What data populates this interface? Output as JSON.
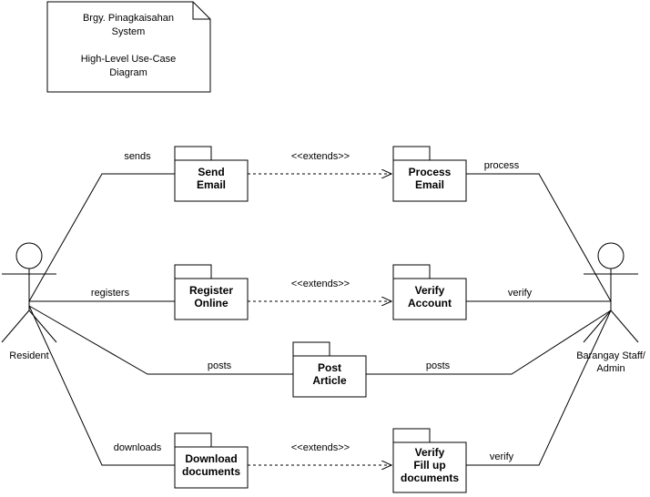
{
  "note": {
    "line1": "Brgy. Pinagkaisahan",
    "line2": "System",
    "line3": "High-Level Use-Case",
    "line4": "Diagram"
  },
  "actors": {
    "resident": "Resident",
    "staff_line1": "Barangay Staff/",
    "staff_line2": "Admin"
  },
  "packages": {
    "send_email": [
      "Send",
      "Email"
    ],
    "process_email": [
      "Process",
      "Email"
    ],
    "register_online": [
      "Register",
      "Online"
    ],
    "verify_account": [
      "Verify",
      "Account"
    ],
    "post_article": [
      "Post",
      "Article"
    ],
    "download_documents": [
      "Download",
      "documents"
    ],
    "verify_fill_up": [
      "Verify",
      "Fill up",
      "documents"
    ]
  },
  "edges": {
    "sends": "sends",
    "registers": "registers",
    "posts_left": "posts",
    "downloads": "downloads",
    "process": "process",
    "verify_account": "verify",
    "posts_right": "posts",
    "verify_documents": "verify",
    "extends_1": "<<extends>>",
    "extends_2": "<<extends>>",
    "extends_3": "<<extends>>"
  }
}
